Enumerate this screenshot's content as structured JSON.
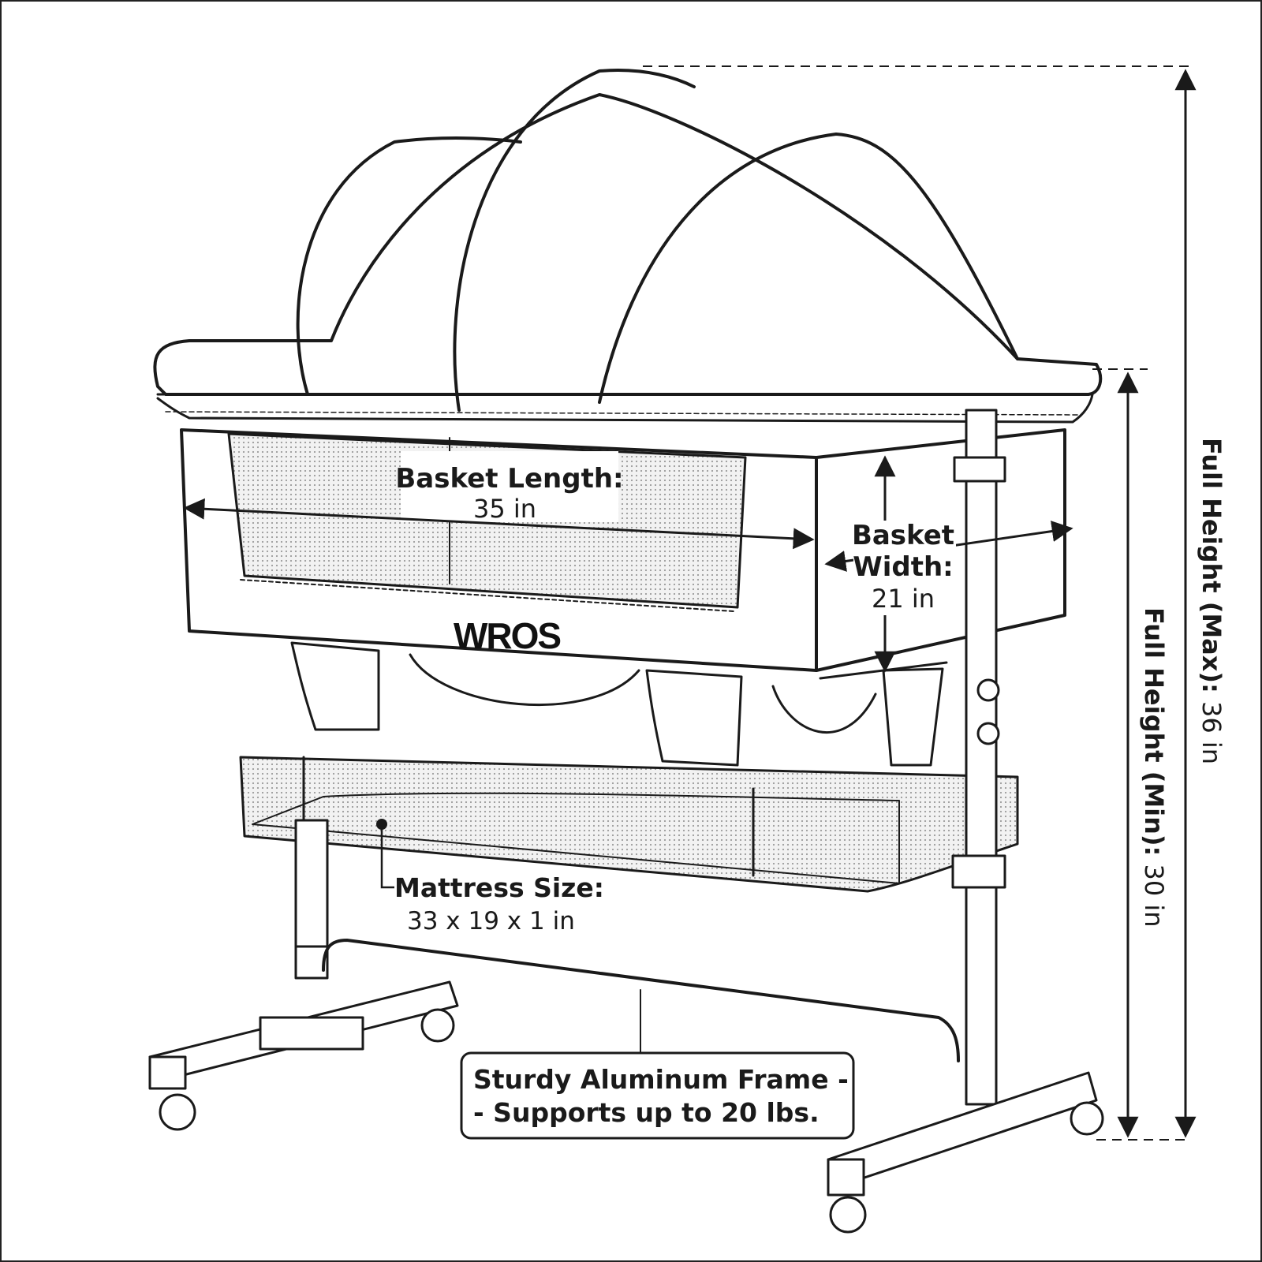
{
  "brand": "WROS",
  "labels": {
    "basket_length_title": "Basket Length:",
    "basket_length_value": "35 in",
    "basket_width_title_1": "Basket",
    "basket_width_title_2": "Width:",
    "basket_width_value": "21 in",
    "mattress_title": "Mattress Size:",
    "mattress_value": "33 x 19 x 1 in",
    "frame_line_1": "Sturdy Aluminum Frame -",
    "frame_line_2": "- Supports up to 20 lbs.",
    "height_max_title": "Full Height (Max):",
    "height_max_value": " 36 in",
    "height_min_title": "Full Height (Min):",
    "height_min_value": " 30 in"
  },
  "colors": {
    "line": "#1a1a1a",
    "mesh": "#bdbdbd",
    "paper": "#ffffff"
  }
}
